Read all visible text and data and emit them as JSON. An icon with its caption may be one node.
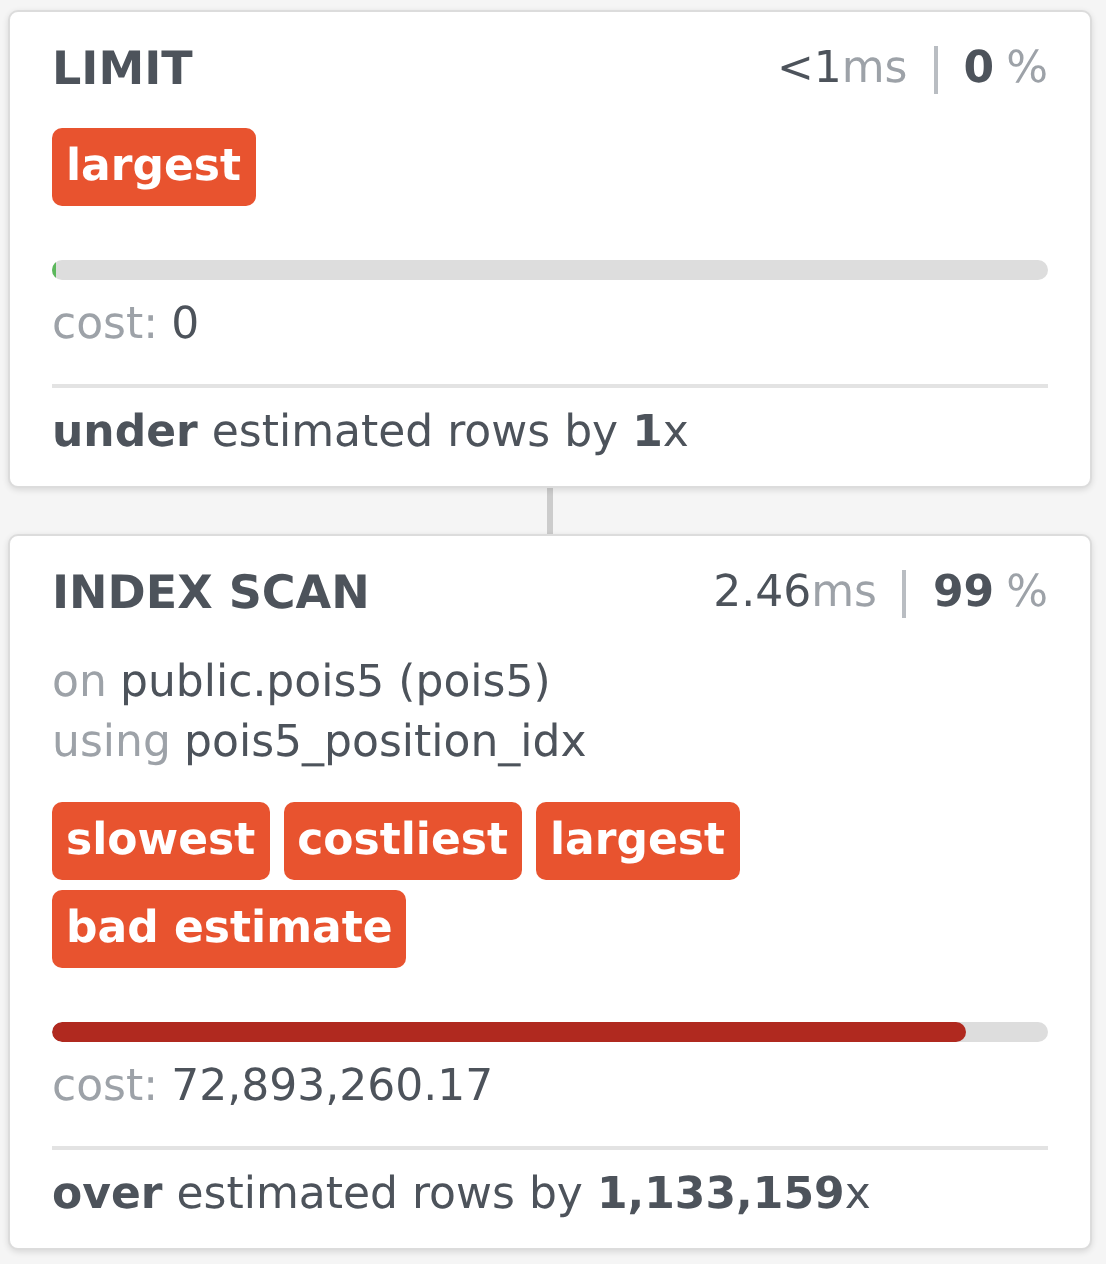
{
  "diagram": {
    "nodes": [
      {
        "text": [
          "LIMIT",
          "<1",
          "ms",
          "0",
          "%",
          "cost:",
          "0",
          "**under** estimated rows by **1**x"
        ]
      },
      {
        "text": [
          "largest"
        ],
        "in": 0
      },
      {
        "text": [
          "INDEX SCAN",
          "2.46",
          "ms",
          "99",
          "%",
          "on",
          "public.pois5 (pois5)",
          "using",
          "pois5_position_idx",
          "cost:",
          "72,893,260.17",
          "**over** estimated rows by **1,133,159**x"
        ]
      },
      {
        "text": [
          "slowest"
        ],
        "in": 2
      },
      {
        "text": [
          "costliest"
        ],
        "in": 2
      },
      {
        "text": [
          "largest"
        ],
        "in": 2
      },
      {
        "text": [
          "bad estimate"
        ],
        "in": 2
      }
    ],
    "edges": [
      {
        "from": 0,
        "to": 2,
        "arrow": "none"
      }
    ]
  }
}
